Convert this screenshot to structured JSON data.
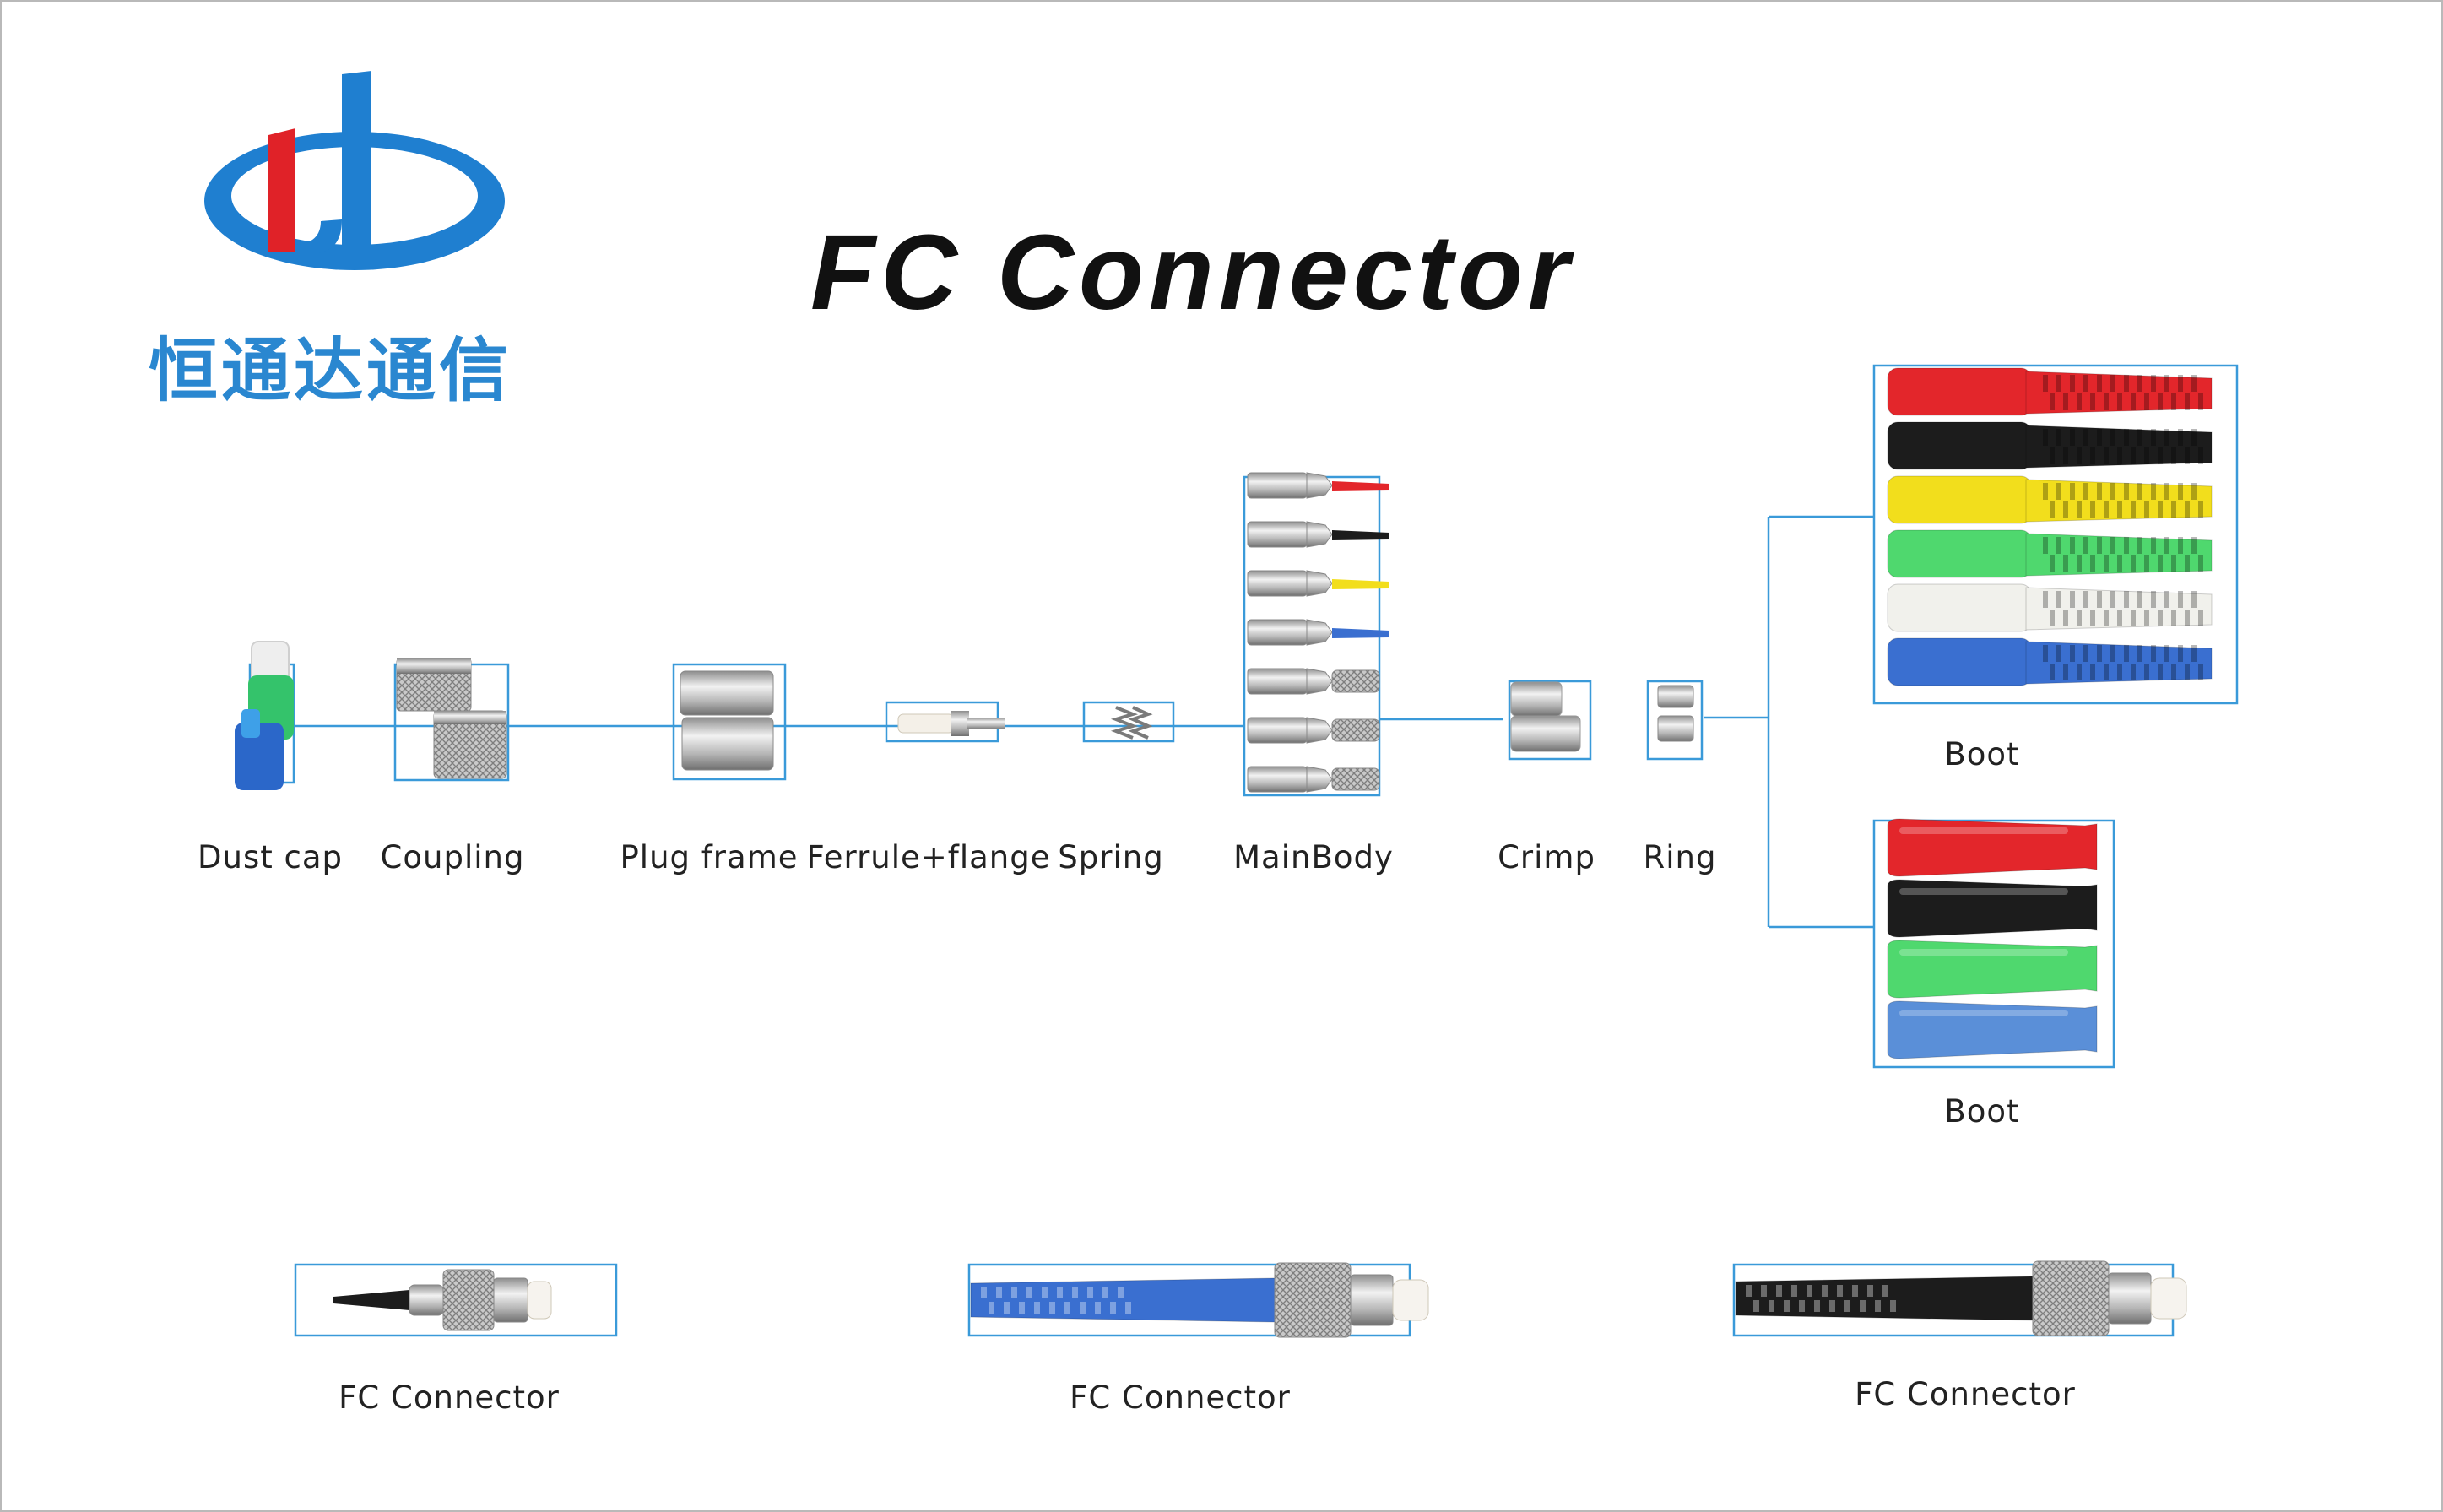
{
  "title": "FC Connector",
  "brand": {
    "name": "恒通达通信",
    "colors": {
      "blue": "#1f7fd0",
      "red": "#e02228",
      "text": "#2a87d0"
    }
  },
  "parts": [
    {
      "id": "dust-cap",
      "label": "Dust cap"
    },
    {
      "id": "coupling",
      "label": "Coupling"
    },
    {
      "id": "plug-frame",
      "label": "Plug frame"
    },
    {
      "id": "ferrule-flange",
      "label": "Ferrule+flange"
    },
    {
      "id": "spring",
      "label": "Spring"
    },
    {
      "id": "mainbody",
      "label": "MainBody"
    },
    {
      "id": "crimp",
      "label": "Crimp"
    },
    {
      "id": "ring",
      "label": "Ring"
    }
  ],
  "boots": [
    {
      "id": "boot-ribbed",
      "label": "Boot",
      "colors": [
        "#e3262b",
        "#1c1c1c",
        "#f2de1c",
        "#4fd86e",
        "#f1f1ec",
        "#3a6fd0"
      ]
    },
    {
      "id": "boot-smooth",
      "label": "Boot",
      "colors": [
        "#e3262b",
        "#1c1c1c",
        "#4fd86e",
        "#5a8fd8"
      ]
    }
  ],
  "assemblies": [
    {
      "id": "fc-connector-1",
      "label": "FC Connector",
      "boot_color": "#1c1c1c"
    },
    {
      "id": "fc-connector-2",
      "label": "FC Connector",
      "boot_color": "#3a6fd0"
    },
    {
      "id": "fc-connector-3",
      "label": "FC Connector",
      "boot_color": "#1c1c1c"
    }
  ],
  "line_color": "#3a9ad9"
}
